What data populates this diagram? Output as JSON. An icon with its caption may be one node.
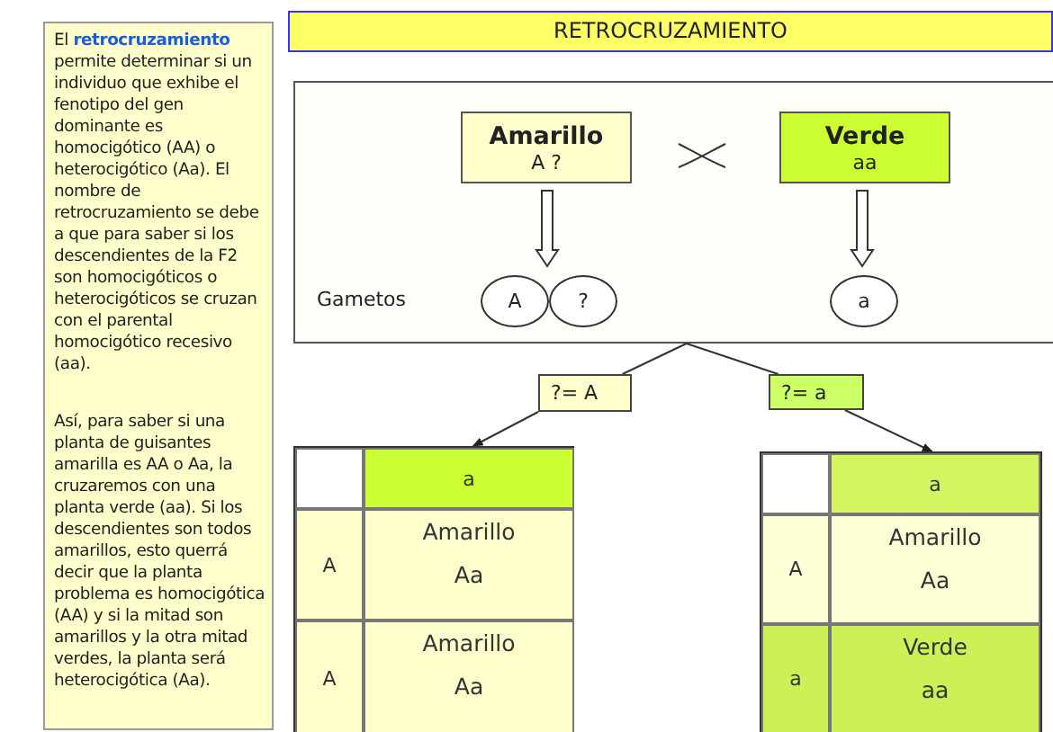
{
  "diagram": {
    "title": "RETROCRUZAMIENTO",
    "nodes": [
      {
        "text": [
          "El **retrocruzamiento** permite determinar si un individuo que exhibe el fenotipo del gen dominante es homocigótico (AA) o heterocigótico (Aa). El nombre de retrocruzamiento se debe a que para saber si los descendientes de la F2 son homocigóticos o heterocigóticos se cruzan con el parental homocigótico recesivo (aa).",
          "Así, para saber si una planta de guisantes amarilla es AA o Aa, la cruzaremos con una planta verde (aa). Si los descendientes son todos amarillos, esto querrá decir que la planta problema es homocigótica (AA) y si la mitad son amarillos y la otra mitad verdes, la planta será heterocigótica (Aa)."
        ]
      },
      {
        "text": [],
        "shape": "box"
      },
      {
        "text": [
          "Amarillo",
          "A ?"
        ],
        "in": 1
      },
      {
        "text": [
          "Verde",
          "aa"
        ],
        "in": 1
      },
      {
        "text": [
          "A"
        ],
        "in": 1
      },
      {
        "text": [
          "?"
        ],
        "in": 1
      },
      {
        "text": [
          "a"
        ],
        "in": 1
      },
      {
        "text": [
          "?= A"
        ]
      },
      {
        "text": [
          "?= a"
        ]
      },
      {
        "text": [
          "a",
          "A",
          "Amarillo Aa",
          "A",
          "Amarillo Aa"
        ]
      },
      {
        "text": [
          "a",
          "A",
          "Amarillo Aa",
          "a",
          "Verde aa"
        ]
      }
    ],
    "edges": [
      {
        "from": 2,
        "to": 4,
        "arrow": "to",
        "style": "thick"
      },
      {
        "from": 2,
        "to": 5,
        "arrow": "to",
        "style": "thick"
      },
      {
        "from": 3,
        "to": 6,
        "arrow": "to",
        "style": "thick"
      },
      {
        "from": 1,
        "to": 7,
        "arrow": "none"
      },
      {
        "from": 1,
        "to": 8,
        "arrow": "none"
      },
      {
        "from": 7,
        "to": 9,
        "arrow": "to"
      },
      {
        "from": 8,
        "to": 10,
        "arrow": "to"
      }
    ],
    "labels": [
      "Gametos"
    ]
  }
}
